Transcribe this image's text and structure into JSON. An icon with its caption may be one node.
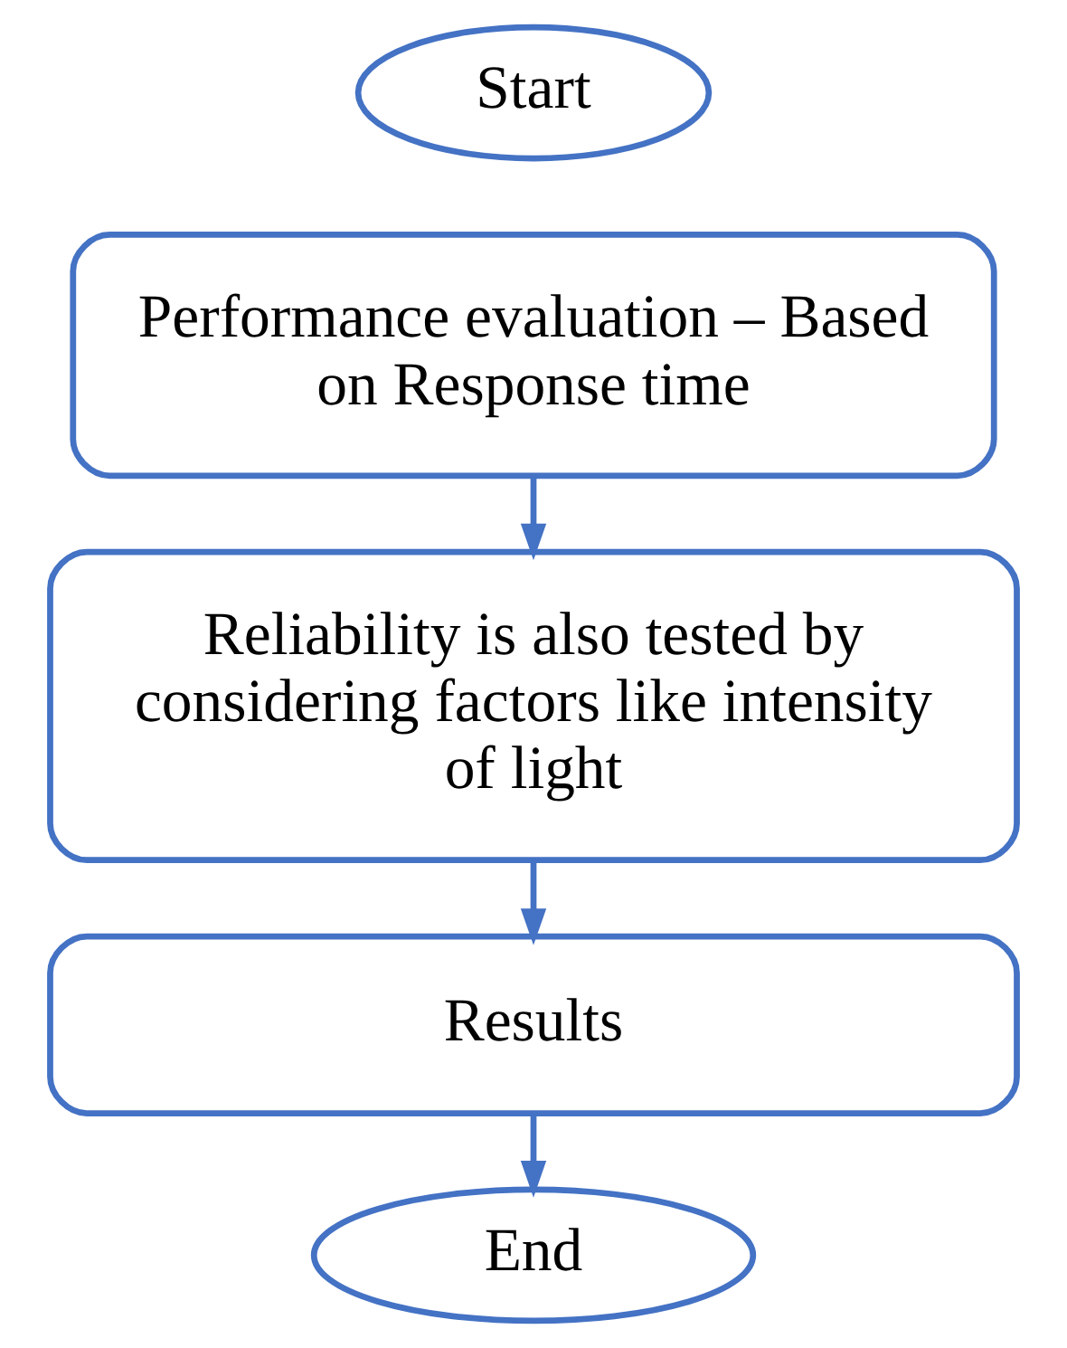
{
  "diagram": {
    "nodes": [
      {
        "text": [
          "Start"
        ]
      },
      {
        "text": [
          "Performance evaluation – Based on Response time"
        ]
      },
      {
        "text": [
          "Reliability is also tested by considering factors like intensity of light"
        ]
      },
      {
        "text": [
          "Results"
        ]
      },
      {
        "text": [
          "End"
        ]
      }
    ],
    "edges": [
      {
        "from": 1,
        "to": 2,
        "arrow": "to"
      },
      {
        "from": 2,
        "to": 3,
        "arrow": "to"
      },
      {
        "from": 3,
        "to": 4,
        "arrow": "to"
      }
    ]
  }
}
